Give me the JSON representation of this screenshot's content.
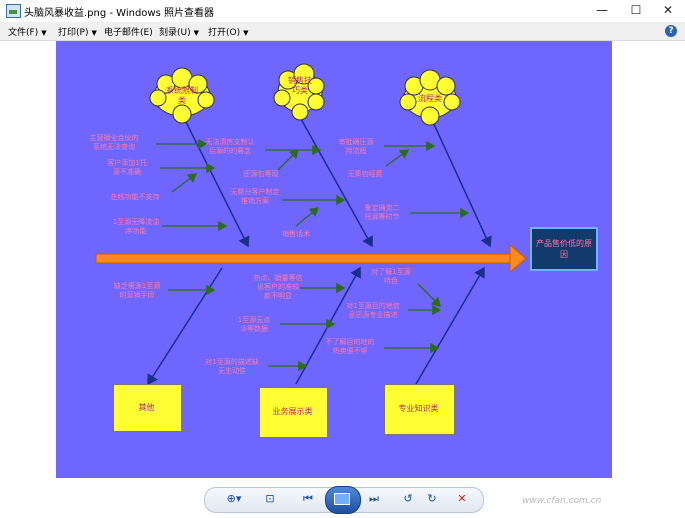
{
  "window": {
    "title": "头脑风暴收益.png - Windows 照片查看器",
    "minimize": "—",
    "maximize": "☐",
    "close": "✕"
  },
  "menu": {
    "items": [
      {
        "label": "文件(F)"
      },
      {
        "label": "打印(P)"
      },
      {
        "label": "电子邮件(E)"
      },
      {
        "label": "刻录(U)"
      },
      {
        "label": "打开(O)"
      }
    ],
    "help": "?"
  },
  "diagram": {
    "head": "产品售价低的原因",
    "clouds": {
      "top1": "系统限制类",
      "top2": "销售技巧类",
      "top3": "流程类"
    },
    "boxes": {
      "bottom1": "其他",
      "bottom2": "业务展示类",
      "bottom3": "专业知识类"
    },
    "causes": {
      "c1": "主营播业合伙的\n系统无法查询",
      "c2": "客户添加1托\n源不准确",
      "c3": "在线功能不支持",
      "c4": "1至源无降流油\n序功能",
      "c5": "无法清房支制认\n后源的的展念",
      "c6": "还源包等现",
      "c7": "无聊分客户制定\n推销方案",
      "c8": "销售话术",
      "c9": "审批确压源\n持流程",
      "c10": "无集包经费",
      "c11": "鲁定确流二\n托源等时节",
      "c12": "缺乏需源1至源\n的营销手段",
      "c13": "热点、销量等信\n息客户的准较\n款不明显",
      "c14": "1至源无点\n评等数据",
      "c15": "对1至源的描述缺\n无生动性",
      "c16": "对了解1至源\n特色",
      "c17": "对1至源目的地信\n息迅源专业描述",
      "c18": "不了解目的地的\n热卖便不够"
    }
  },
  "toolbar": {
    "zoom": "⊕▾",
    "fit": "⊡",
    "prev": "⏮",
    "next": "⏭",
    "rotate_ccw": "↺",
    "rotate_cw": "↻",
    "delete": "✕"
  },
  "watermark": "www.cfan.com.cn",
  "colors": {
    "canvas": "#6e66ff",
    "spine": "#ff8a1a",
    "arrow": "#2d6b1a",
    "bone": "#1a2f8a",
    "box": "#ffff33",
    "head": "#123a6a"
  }
}
